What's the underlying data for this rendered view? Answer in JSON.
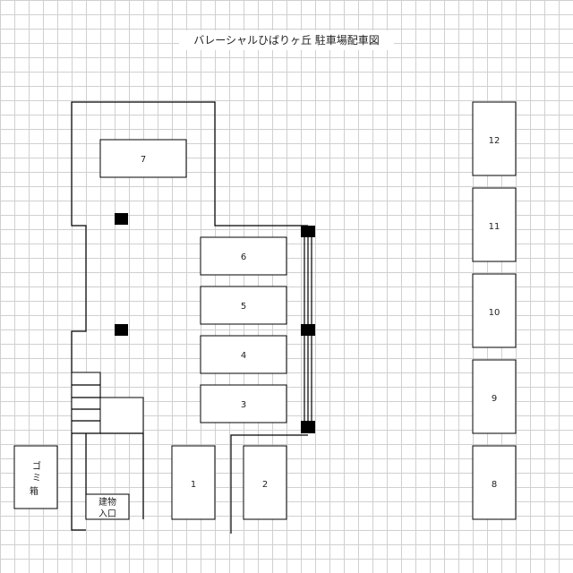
{
  "title": "バレーシャルひばりヶ丘  駐車場配車図",
  "spaces": [
    "1",
    "2",
    "3",
    "4",
    "5",
    "6",
    "7",
    "8",
    "9",
    "10",
    "11",
    "12"
  ],
  "labels": {
    "garbage_1": "ゴ",
    "garbage_2": "ミ",
    "garbage_3": "箱",
    "entrance_1": "建物",
    "entrance_2": "入口"
  }
}
